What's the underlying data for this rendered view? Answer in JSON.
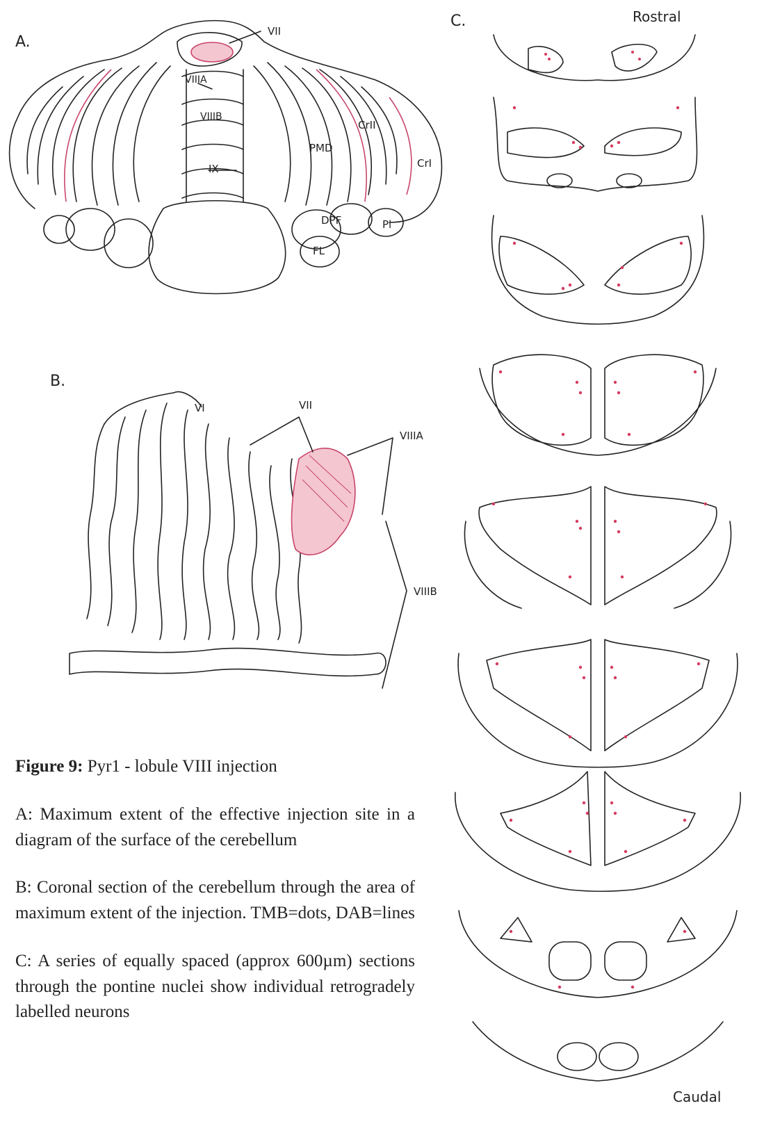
{
  "panel_a": {
    "label": "A.",
    "lobules": [
      "VII",
      "VIIIA",
      "VIIIB",
      "IX",
      "CrII",
      "CrI",
      "PMD",
      "DPF",
      "FL",
      "Pl"
    ]
  },
  "panel_b": {
    "label": "B.",
    "lobules": [
      "VI",
      "VII",
      "VIIIA",
      "VIIIB"
    ]
  },
  "panel_c": {
    "label": "C.",
    "top_label": "Rostral",
    "bottom_label": "Caudal"
  },
  "caption": {
    "title_bold": "Figure 9:",
    "title_rest": " Pyr1 - lobule VIII  injection",
    "a": "A: Maximum extent of the effective injection site in a diagram of the surface of the cerebellum",
    "b": "B: Coronal section of the cerebellum through the area of maximum extent of the injection. TMB=dots, DAB=lines",
    "c": "C: A series of equally spaced (approx 600µm) sections through the pontine nuclei show individual retrogradely labelled neurons"
  },
  "colors": {
    "label_red": "#d63a5e",
    "ink": "#222222"
  }
}
